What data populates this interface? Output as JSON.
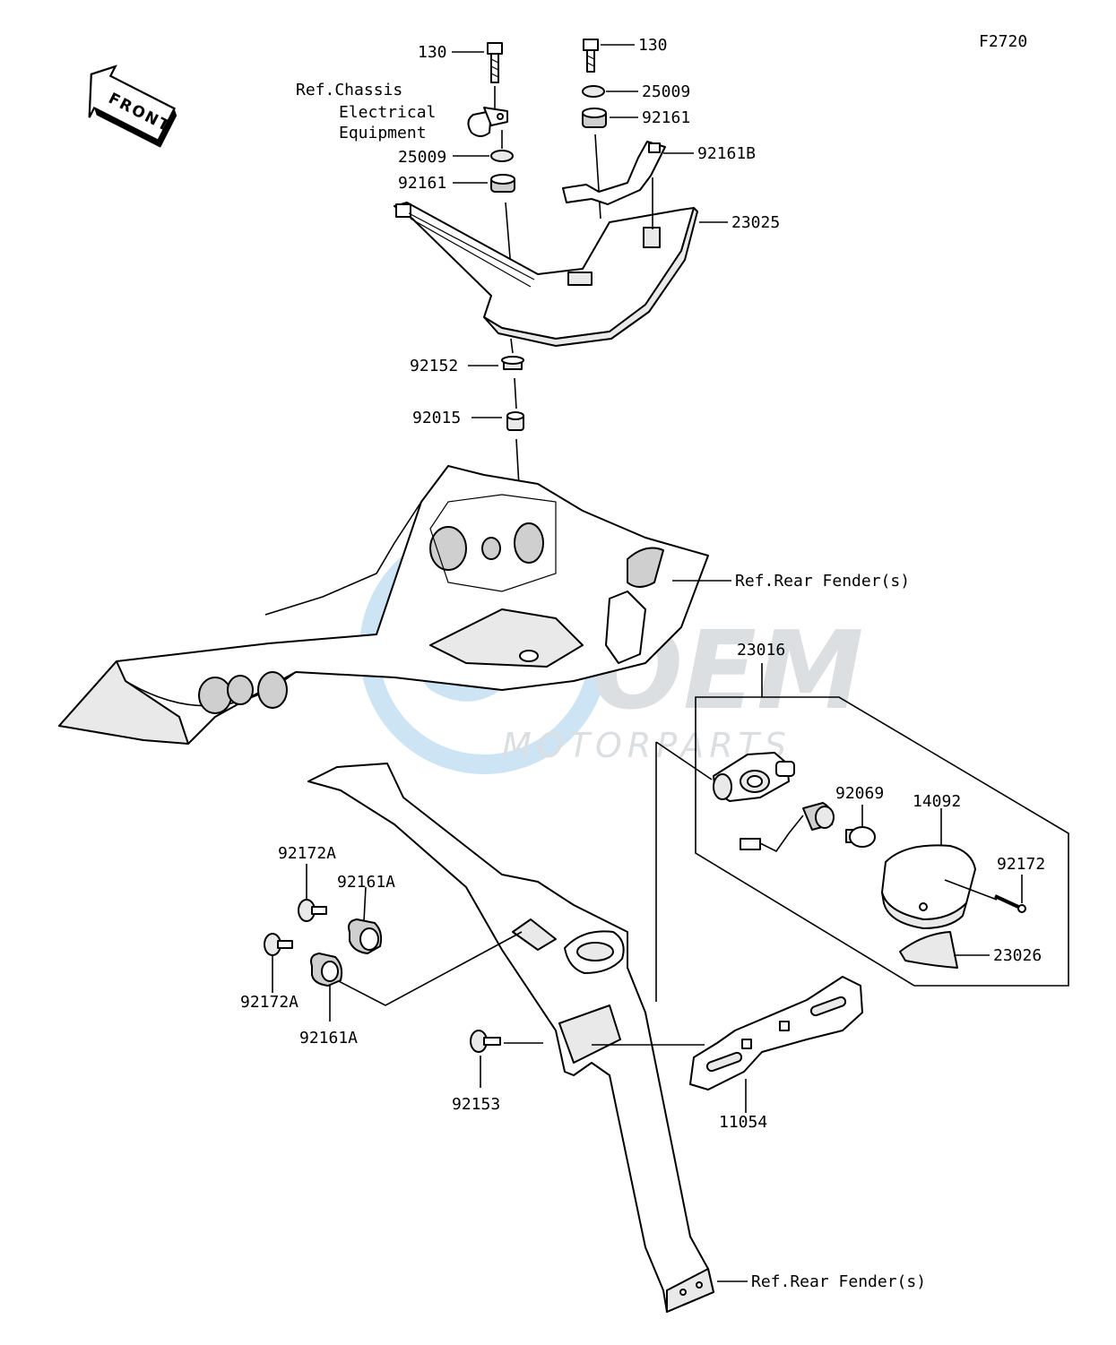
{
  "diagram_id": "F2720",
  "front_arrow": "FRONT",
  "watermark": {
    "brand": "OEM",
    "sub": "MOTORPARTS"
  },
  "labels": {
    "bolt_130_left": "130",
    "bolt_130_right": "130",
    "ref_chassis_line1": "Ref.Chassis",
    "ref_chassis_line2": "Electrical",
    "ref_chassis_line3": "Equipment",
    "washer_25009_left": "25009",
    "washer_25009_right": "25009",
    "grommet_92161_left": "92161",
    "grommet_92161_right": "92161",
    "bracket_92161B": "92161B",
    "tail_lamp_23025": "23025",
    "collar_92152": "92152",
    "nut_92015": "92015",
    "ref_rear_fender_upper": "Ref.Rear Fender(s)",
    "turn_signal_23016": "23016",
    "bulb_92069": "92069",
    "lens_14092": "14092",
    "screw_92172": "92172",
    "reflector_23026": "23026",
    "bolt_92172A_upper": "92172A",
    "bolt_92172A_lower": "92172A",
    "damper_92161A_upper": "92161A",
    "damper_92161A_lower": "92161A",
    "bolt_92153": "92153",
    "bracket_11054": "11054",
    "ref_rear_fender_lower": "Ref.Rear Fender(s)"
  }
}
